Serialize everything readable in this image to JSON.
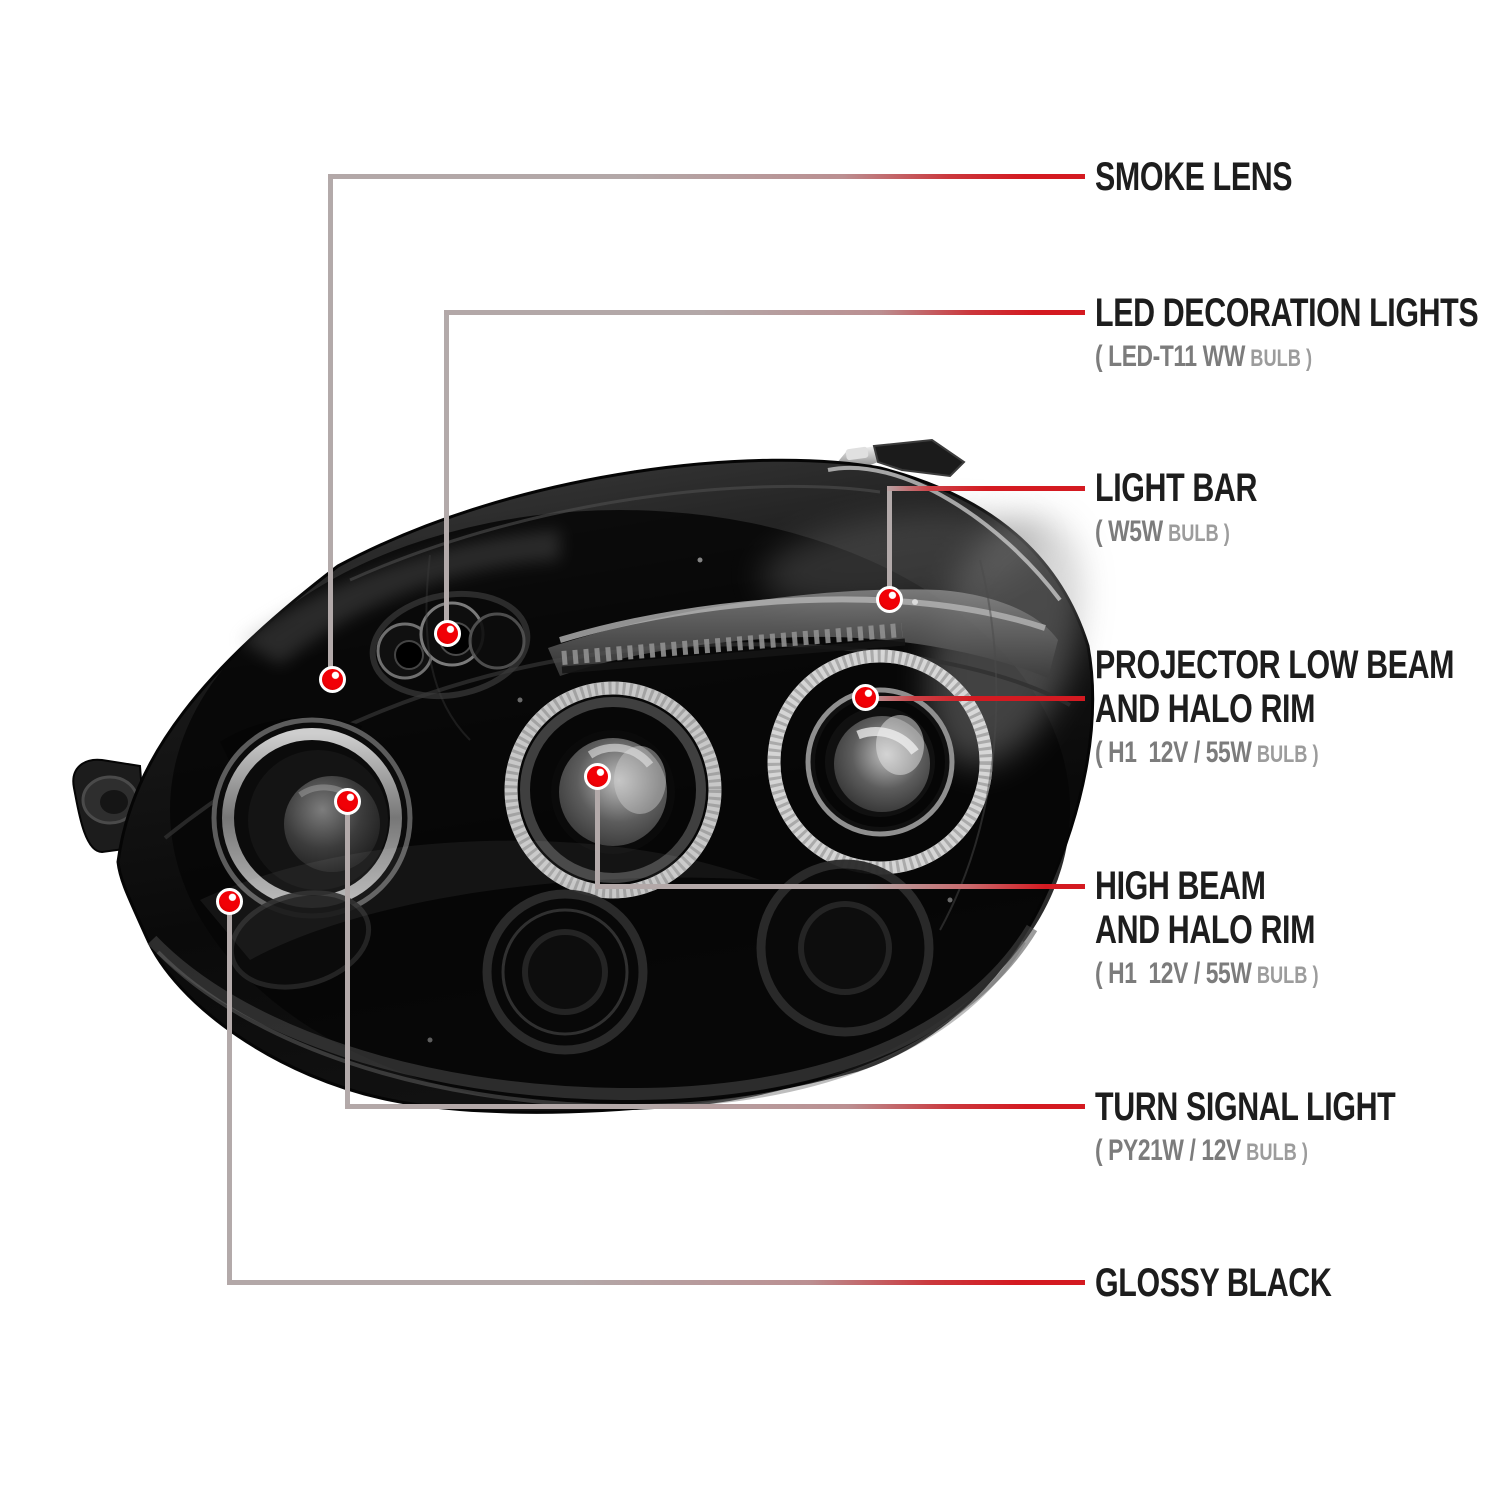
{
  "diagram": {
    "subject": "smoked projector headlight callout diagram",
    "background": "#ffffff"
  },
  "colors": {
    "leader_gray": "#b3aaaa",
    "leader_red": "#d41a21",
    "dot_red": "#ee0005",
    "dot_ring": "#ffffff",
    "title_color": "#1d1d1d",
    "spec_color": "#7c7c7c",
    "bulb_color": "#9c9c9c",
    "housing_black": "#0a0a0a"
  },
  "callouts": [
    {
      "name": "smoke-lens",
      "title1": "SMOKE LENS",
      "title2": "",
      "spec": "",
      "bulb": ""
    },
    {
      "name": "led-decoration-lights",
      "title1": "LED DECORATION LIGHTS",
      "title2": "",
      "spec": "( LED-T11 WW",
      "bulb": "BULB )"
    },
    {
      "name": "light-bar",
      "title1": "LIGHT BAR",
      "title2": "",
      "spec": "( W5W",
      "bulb": "BULB )"
    },
    {
      "name": "projector-low-beam",
      "title1": "PROJECTOR LOW BEAM",
      "title2": "AND HALO RIM",
      "spec": "( H1  12V / 55W",
      "bulb": "BULB )"
    },
    {
      "name": "high-beam",
      "title1": "HIGH BEAM",
      "title2": "AND HALO RIM",
      "spec": "( H1  12V / 55W",
      "bulb": "BULB )"
    },
    {
      "name": "turn-signal-light",
      "title1": "TURN SIGNAL LIGHT",
      "title2": "",
      "spec": "( PY21W / 12V",
      "bulb": "BULB )"
    },
    {
      "name": "glossy-black",
      "title1": "GLOSSY BLACK",
      "title2": "",
      "spec": "",
      "bulb": ""
    }
  ]
}
